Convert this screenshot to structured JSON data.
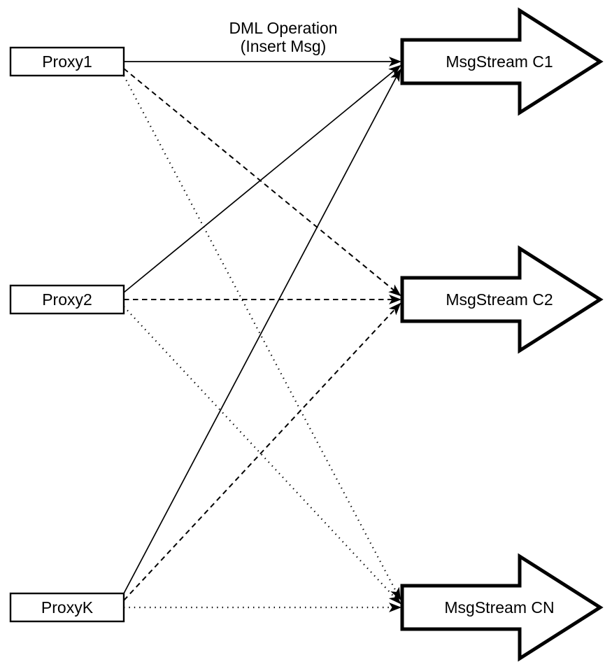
{
  "title": {
    "line1": "DML Operation",
    "line2": "(Insert Msg)"
  },
  "colors": {
    "stroke": "#000000",
    "fill": "#ffffff"
  },
  "proxies": [
    {
      "id": "proxy1",
      "label": "Proxy1"
    },
    {
      "id": "proxy2",
      "label": "Proxy2"
    },
    {
      "id": "proxyk",
      "label": "ProxyK"
    }
  ],
  "streams": [
    {
      "id": "c1",
      "label": "MsgStream C1"
    },
    {
      "id": "c2",
      "label": "MsgStream C2"
    },
    {
      "id": "cn",
      "label": "MsgStream CN"
    }
  ],
  "edges": [
    {
      "from": "proxy1",
      "to": "c1",
      "style": "solid"
    },
    {
      "from": "proxy1",
      "to": "c2",
      "style": "dashed"
    },
    {
      "from": "proxy1",
      "to": "cn",
      "style": "dotted"
    },
    {
      "from": "proxy2",
      "to": "c1",
      "style": "solid"
    },
    {
      "from": "proxy2",
      "to": "c2",
      "style": "dashed"
    },
    {
      "from": "proxy2",
      "to": "cn",
      "style": "dotted"
    },
    {
      "from": "proxyk",
      "to": "c1",
      "style": "solid"
    },
    {
      "from": "proxyk",
      "to": "c2",
      "style": "dashed"
    },
    {
      "from": "proxyk",
      "to": "cn",
      "style": "dotted"
    }
  ]
}
